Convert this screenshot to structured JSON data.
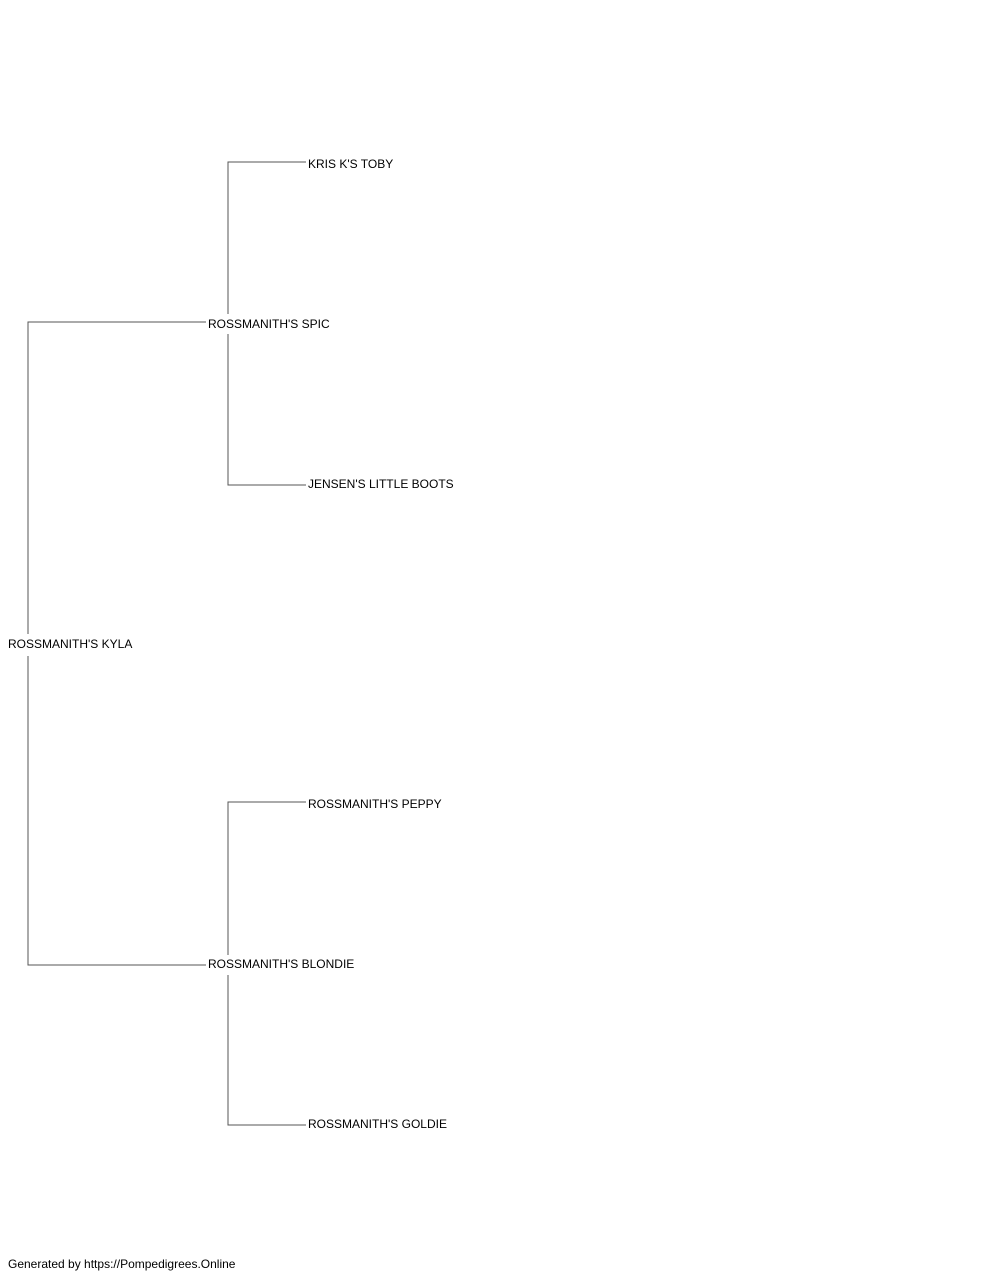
{
  "pedigree": {
    "subject": "ROSSMANITH'S KYLA",
    "sire": "ROSSMANITH'S SPIC",
    "dam": "ROSSMANITH'S BLONDIE",
    "sire_sire": "KRIS K'S TOBY",
    "sire_dam": "JENSEN'S LITTLE BOOTS",
    "dam_sire": "ROSSMANITH'S PEPPY",
    "dam_dam": "ROSSMANITH'S GOLDIE"
  },
  "footer": {
    "text": "Generated by https://Pompedigrees.Online"
  },
  "colors": {
    "line": "#555555",
    "text": "#000000",
    "background": "#ffffff"
  }
}
